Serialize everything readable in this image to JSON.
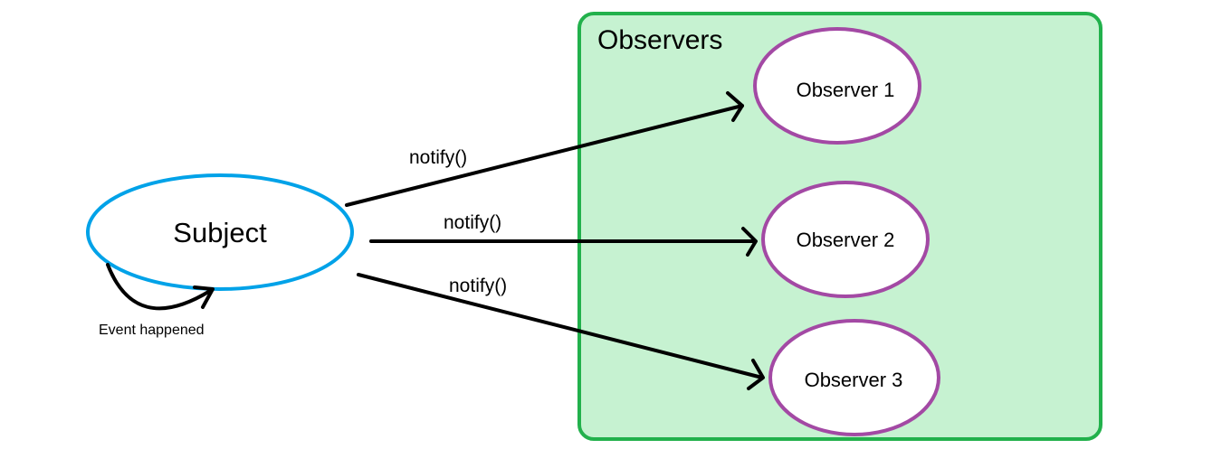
{
  "group": {
    "title": "Observers",
    "fill": "#c6f2d1",
    "stroke": "#22b14c"
  },
  "subject": {
    "label": "Subject",
    "stroke": "#00a2e8",
    "event_label": "Event happened"
  },
  "observers": [
    {
      "label": "Observer 1"
    },
    {
      "label": "Observer 2"
    },
    {
      "label": "Observer 3"
    }
  ],
  "observer_stroke": "#a349a4",
  "arrows": [
    {
      "label": "notify()",
      "target": "Observer 1"
    },
    {
      "label": "notify()",
      "target": "Observer 2"
    },
    {
      "label": "notify()",
      "target": "Observer 3"
    }
  ]
}
